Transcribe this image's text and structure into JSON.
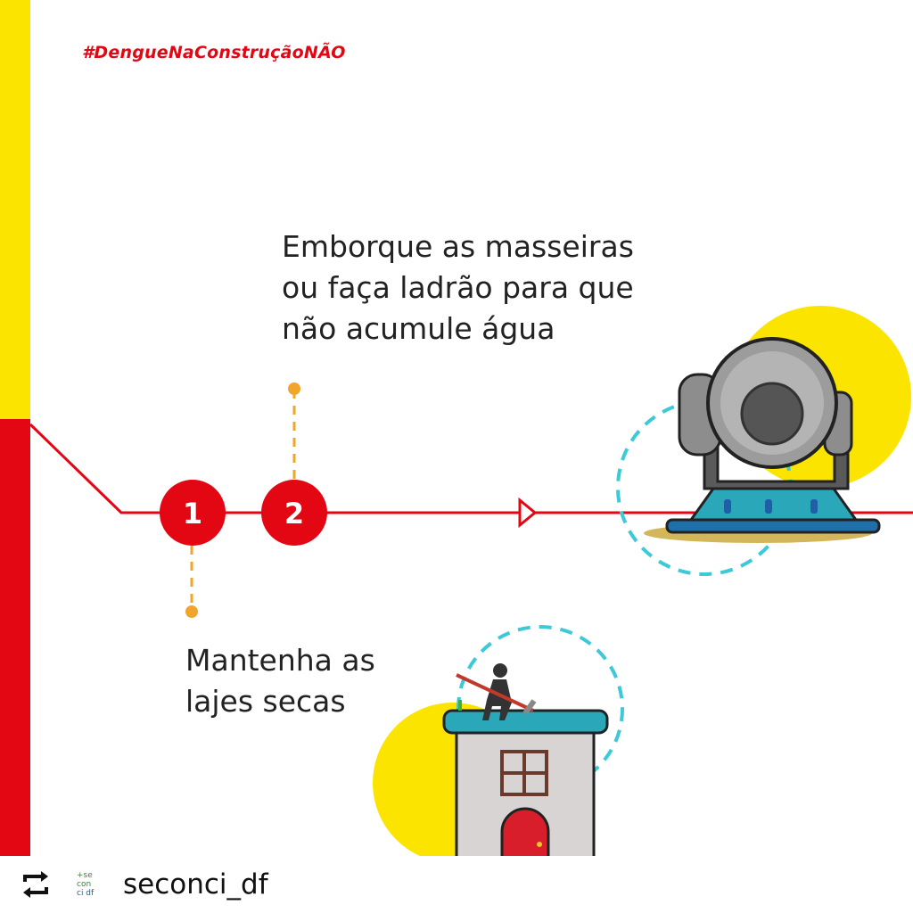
{
  "hashtag": "#DengueNaConstruçãoNÃO",
  "steps": [
    {
      "number": "1",
      "caption_lines": [
        "Mantenha as",
        "lajes secas"
      ]
    },
    {
      "number": "2",
      "caption_lines": [
        "Emborque as masseiras",
        "ou faça ladrão para que",
        "não acumule água"
      ]
    }
  ],
  "footer": {
    "repost_icon": "repost-icon",
    "logo_text": "seconci df",
    "username": "seconci_df"
  },
  "colors": {
    "red": "#e30613",
    "yellow": "#fbe400",
    "orange_dot": "#f2a52b",
    "teal": "#2aa7b8",
    "dashed_circle": "#3cc9d8"
  }
}
